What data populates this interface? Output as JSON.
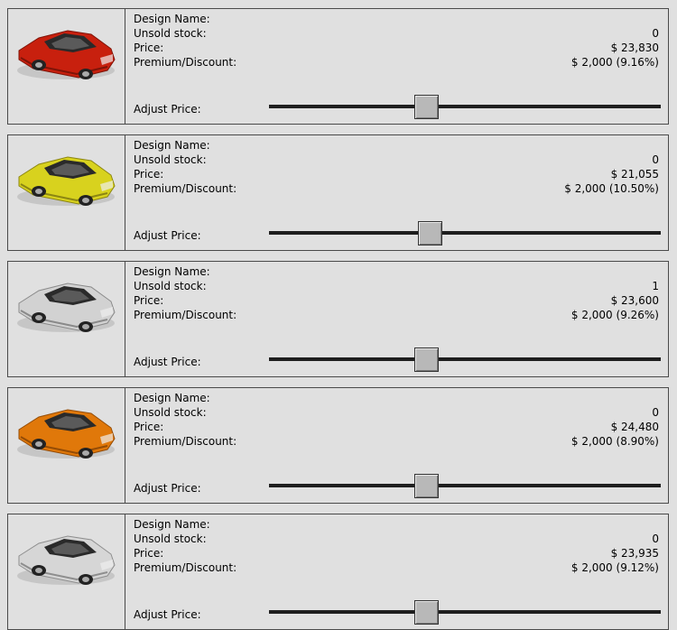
{
  "labels": {
    "design_name": "Design Name:",
    "unsold_stock": "Unsold stock:",
    "price": "Price:",
    "premium": "Premium/Discount:",
    "adjust_price": "Adjust Price:"
  },
  "cars": [
    {
      "color": "#c8200e",
      "color_dark": "#7e1408",
      "unsold": "0",
      "price": "$ 23,830",
      "premium": "$ 2,000 (9.16%)",
      "slider": 0.4
    },
    {
      "color": "#d8d21e",
      "color_dark": "#8c8612",
      "unsold": "0",
      "price": "$ 21,055",
      "premium": "$ 2,000 (10.50%)",
      "slider": 0.41
    },
    {
      "color": "#d2d2d2",
      "color_dark": "#8a8a8a",
      "unsold": "1",
      "price": "$ 23,600",
      "premium": "$ 2,000 (9.26%)",
      "slider": 0.4
    },
    {
      "color": "#e0780a",
      "color_dark": "#944c06",
      "unsold": "0",
      "price": "$ 24,480",
      "premium": "$ 2,000 (8.90%)",
      "slider": 0.4
    },
    {
      "color": "#d6d6d6",
      "color_dark": "#8e8e8e",
      "unsold": "0",
      "price": "$ 23,935",
      "premium": "$ 2,000 (9.12%)",
      "slider": 0.4
    }
  ]
}
